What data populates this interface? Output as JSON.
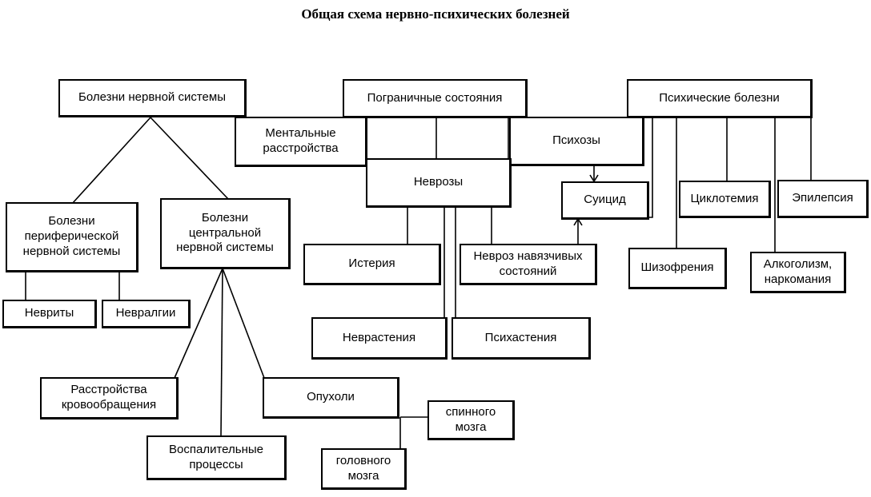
{
  "title": "Общая схема нервно-психических болезней",
  "nodes": {
    "nervous_system": "Болезни нервной системы",
    "borderline": "Пограничные состояния",
    "mental_illness": "Психические болезни",
    "mental_disorders": "Ментальные расстройства",
    "psychoses": "Психозы",
    "neuroses": "Неврозы",
    "suicide": "Суицид",
    "cyclothymia": "Циклотемия",
    "epilepsy": "Эпилепсия",
    "peripheral": "Болезни периферической нервной системы",
    "central": "Болезни центральной нервной системы",
    "hysteria": "Истерия",
    "obsessive": "Невроз навязчивых состояний",
    "schizophrenia": "Шизофрения",
    "alcoholism": "Алкоголизм, наркомания",
    "neuritis": "Невриты",
    "neuralgia": "Невралгии",
    "neurasthenia": "Неврастения",
    "psychasthenia": "Психастения",
    "circulation": "Расстройства кровообращения",
    "tumors": "Опухоли",
    "spinal": "спинного мозга",
    "inflammatory": "Воспалительные процессы",
    "brain": "головного мозга"
  }
}
